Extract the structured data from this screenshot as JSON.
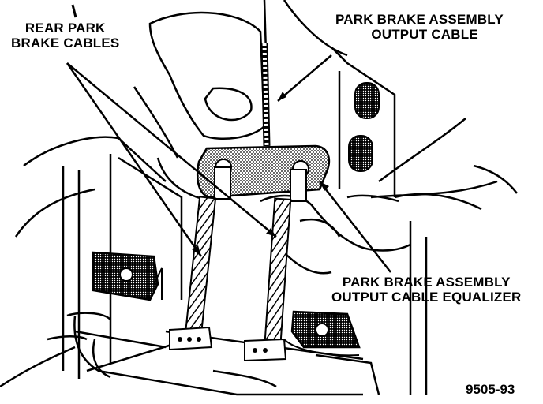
{
  "labels": {
    "rear_cables": [
      "REAR PARK",
      "BRAKE CABLES"
    ],
    "output_cable": [
      "PARK BRAKE ASSEMBLY",
      "OUTPUT CABLE"
    ],
    "equalizer": [
      "PARK BRAKE ASSEMBLY",
      "OUTPUT CABLE EQUALIZER"
    ]
  },
  "figure_number": "9505-93"
}
